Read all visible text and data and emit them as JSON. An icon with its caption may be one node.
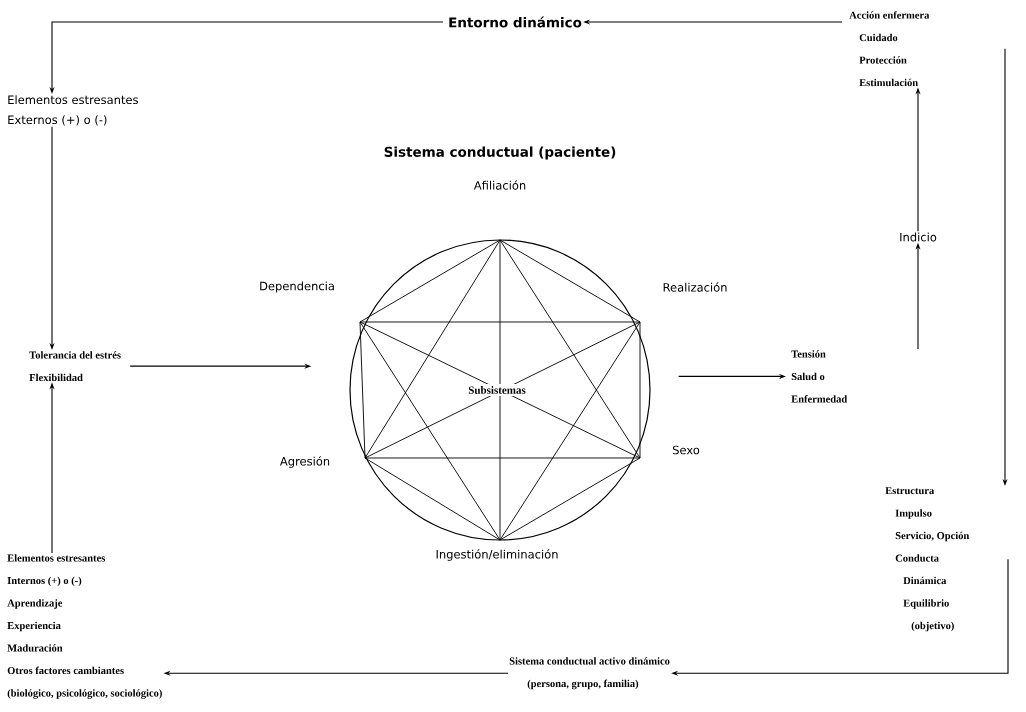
{
  "diagram": {
    "title": "Sistema conductual (paciente)",
    "labels": [
      "Afiliación",
      "Dependencia",
      "Realización",
      "Agresión",
      "Sexo",
      "Ingestión/eliminación"
    ],
    "nodes": [
      {
        "text": [
          "Entorno dinámico"
        ]
      },
      {
        "text": [
          "Acción enfermera",
          "Cuidado",
          "Protección",
          "Estimulación"
        ]
      },
      {
        "text": [
          "Elementos estresantes",
          "Externos (+) o (-)"
        ]
      },
      {
        "text": [
          "Tolerancia del estrés",
          "Flexibilidad"
        ]
      },
      {
        "text": [
          "Subsistemas"
        ]
      },
      {
        "text": [
          "Tensión",
          "Salud o",
          "Enfermedad"
        ]
      },
      {
        "text": [
          "Indicio"
        ]
      },
      {
        "text": [
          "Estructura",
          "Impulso",
          "Servicio, Opción",
          "Conducta",
          "Dinámica",
          "Equilibrio",
          "(objetivo)"
        ]
      },
      {
        "text": [
          "Sistema conductual activo dinámico",
          "(persona, grupo, familia)"
        ]
      },
      {
        "text": [
          "Elementos estresantes",
          "Internos (+) o (-)",
          "Aprendizaje",
          "Experiencia",
          "Maduración",
          "Otros factores cambiantes",
          "(biológico, psicológico, sociológico)"
        ]
      }
    ],
    "edges": [
      {
        "from": 1,
        "to": 0,
        "arrow": "to"
      },
      {
        "from": 0,
        "to": 2,
        "arrow": "to"
      },
      {
        "from": 2,
        "to": 3,
        "arrow": "to"
      },
      {
        "from": 9,
        "to": 3,
        "arrow": "to"
      },
      {
        "from": 3,
        "to": 4,
        "arrow": "to"
      },
      {
        "from": 4,
        "to": 5,
        "arrow": "to"
      },
      {
        "from": 5,
        "to": 6,
        "arrow": "to"
      },
      {
        "from": 6,
        "to": 1,
        "arrow": "to"
      },
      {
        "from": 1,
        "to": 7,
        "arrow": "to"
      },
      {
        "from": 7,
        "to": 8,
        "arrow": "to"
      },
      {
        "from": 8,
        "to": 9,
        "arrow": "to"
      }
    ]
  }
}
